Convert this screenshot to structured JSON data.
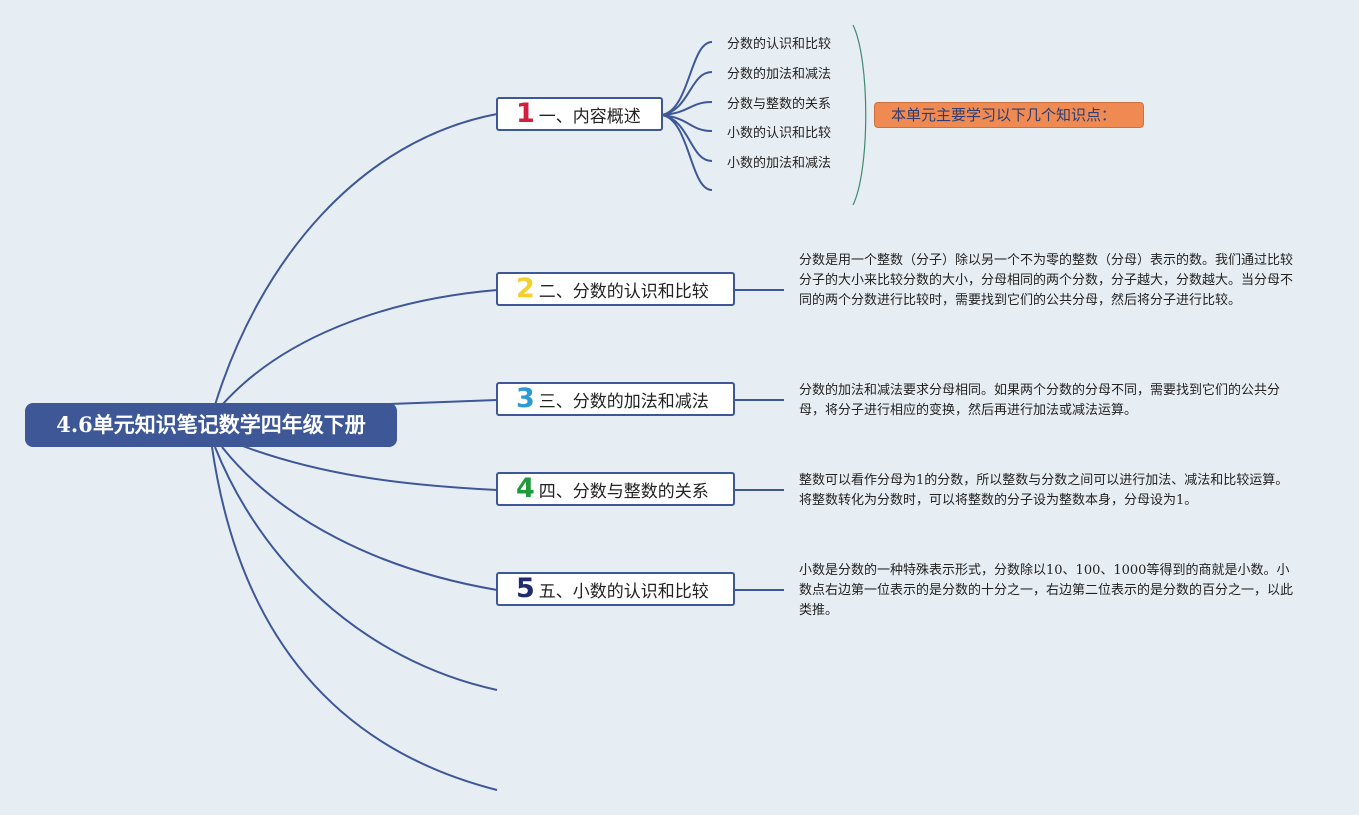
{
  "root": {
    "title": "4.6单元知识笔记数学四年级下册"
  },
  "colors": {
    "line": "#3d5797",
    "brace": "#3f8a6e",
    "root_bg": "#3d5797",
    "callout_bg": "#ee8a52",
    "num1": "#d11f3d",
    "num2": "#f4d02e",
    "num3": "#2b9ad9",
    "num4": "#1f9a3b",
    "num5": "#1f2b6e"
  },
  "topics": [
    {
      "num": "1",
      "label": "一、内容概述"
    },
    {
      "num": "2",
      "label": "二、分数的认识和比较"
    },
    {
      "num": "3",
      "label": "三、分数的加法和减法"
    },
    {
      "num": "4",
      "label": "四、分数与整数的关系"
    },
    {
      "num": "5",
      "label": "五、小数的认识和比较"
    }
  ],
  "overview": {
    "items": [
      "分数的认识和比较",
      "分数的加法和减法",
      "分数与整数的关系",
      "小数的认识和比较",
      "小数的加法和减法"
    ],
    "summary": "本单元主要学习以下几个知识点："
  },
  "details": [
    "分数是用一个整数（分子）除以另一个不为零的整数（分母）表示的数。我们通过比较分子的大小来比较分数的大小，分母相同的两个分数，分子越大，分数越大。当分母不同的两个分数进行比较时，需要找到它们的公共分母，然后将分子进行比较。",
    "分数的加法和减法要求分母相同。如果两个分数的分母不同，需要找到它们的公共分母，将分子进行相应的变换，然后再进行加法或减法运算。",
    "整数可以看作分母为1的分数，所以整数与分数之间可以进行加法、减法和比较运算。将整数转化为分数时，可以将整数的分子设为整数本身，分母设为1。",
    "小数是分数的一种特殊表示形式，分数除以10、100、1000等得到的商就是小数。小数点右边第一位表示的是分数的十分之一，右边第二位表示的是分数的百分之一，以此类推。"
  ]
}
